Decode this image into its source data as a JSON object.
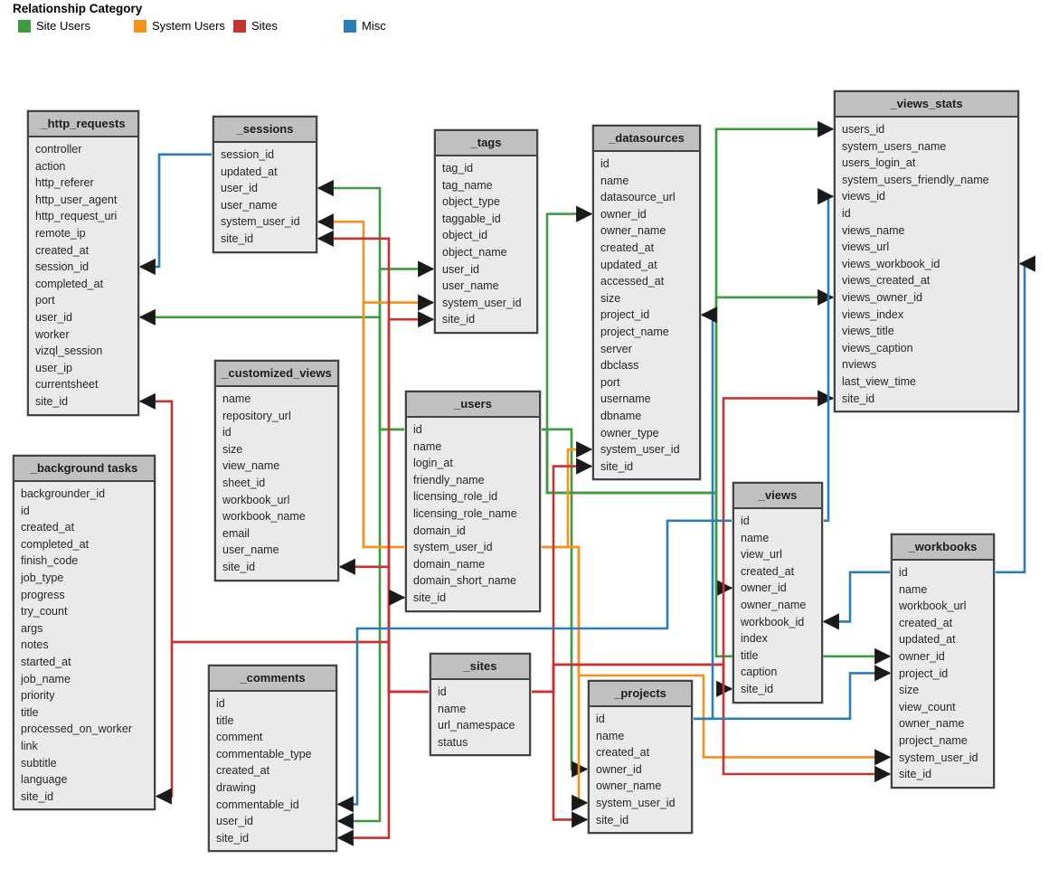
{
  "legend": {
    "title": "Relationship Category",
    "items": [
      {
        "label": "Site Users",
        "color": "#3f9b3f"
      },
      {
        "label": "System Users",
        "color": "#f5921e"
      },
      {
        "label": "Sites",
        "color": "#c63331"
      },
      {
        "label": "Misc",
        "color": "#2d7cb5"
      }
    ]
  },
  "tables": [
    {
      "name": "_http_requests",
      "fields": [
        "controller",
        "action",
        "http_referer",
        "http_user_agent",
        "http_request_uri",
        "remote_ip",
        "created_at",
        "session_id",
        "completed_at",
        "port",
        "user_id",
        "worker",
        "vizql_session",
        "user_ip",
        "currentsheet",
        "site_id"
      ]
    },
    {
      "name": "_sessions",
      "fields": [
        "session_id",
        "updated_at",
        "user_id",
        "user_name",
        "system_user_id",
        "site_id"
      ]
    },
    {
      "name": "_tags",
      "fields": [
        "tag_id",
        "tag_name",
        "object_type",
        "taggable_id",
        "object_id",
        "object_name",
        "user_id",
        "user_name",
        "system_user_id",
        "site_id"
      ]
    },
    {
      "name": "_datasources",
      "fields": [
        "id",
        "name",
        "datasource_url",
        "owner_id",
        "owner_name",
        "created_at",
        "updated_at",
        "accessed_at",
        "size",
        "project_id",
        "project_name",
        "server",
        "dbclass",
        "port",
        "username",
        "dbname",
        "owner_type",
        "system_user_id",
        "site_id"
      ]
    },
    {
      "name": "_views_stats",
      "fields": [
        "users_id",
        "system_users_name",
        "users_login_at",
        "system_users_friendly_name",
        "views_id",
        "id",
        "views_name",
        "views_url",
        "views_workbook_id",
        "views_created_at",
        "views_owner_id",
        "views_index",
        "views_title",
        "views_caption",
        "nviews",
        "last_view_time",
        "site_id"
      ]
    },
    {
      "name": "_customized_views",
      "fields": [
        "name",
        "repository_url",
        "id",
        "size",
        "view_name",
        "sheet_id",
        "workbook_url",
        "workbook_name",
        "email",
        "user_name",
        "site_id"
      ]
    },
    {
      "name": "_users",
      "fields": [
        "id",
        "name",
        "login_at",
        "friendly_name",
        "licensing_role_id",
        "licensing_role_name",
        "domain_id",
        "system_user_id",
        "domain_name",
        "domain_short_name",
        "site_id"
      ]
    },
    {
      "name": "_views",
      "fields": [
        "id",
        "name",
        "view_url",
        "created_at",
        "owner_id",
        "owner_name",
        "workbook_id",
        "index",
        "title",
        "caption",
        "site_id"
      ]
    },
    {
      "name": "_workbooks",
      "fields": [
        "id",
        "name",
        "workbook_url",
        "created_at",
        "updated_at",
        "owner_id",
        "project_id",
        "size",
        "view_count",
        "owner_name",
        "project_name",
        "system_user_id",
        "site_id"
      ]
    },
    {
      "name": "_background tasks",
      "fields": [
        "backgrounder_id",
        "id",
        "created_at",
        "completed_at",
        "finish_code",
        "job_type",
        "progress",
        "try_count",
        "args",
        "notes",
        "started_at",
        "job_name",
        "priority",
        "title",
        "processed_on_worker",
        "link",
        "subtitle",
        "language",
        "site_id"
      ]
    },
    {
      "name": "_comments",
      "fields": [
        "id",
        "title",
        "comment",
        "commentable_type",
        "created_at",
        "drawing",
        "commentable_id",
        "user_id",
        "site_id"
      ]
    },
    {
      "name": "_sites",
      "fields": [
        "id",
        "name",
        "url_namespace",
        "status"
      ]
    },
    {
      "name": "_projects",
      "fields": [
        "id",
        "name",
        "created_at",
        "owner_id",
        "owner_name",
        "system_user_id",
        "site_id"
      ]
    }
  ],
  "relationships": [
    {
      "from": "_sessions.session_id",
      "to": "_http_requests.session_id",
      "category": "Misc"
    },
    {
      "from": "_users.id",
      "to": "_sessions.user_id",
      "category": "Site Users"
    },
    {
      "from": "_users.id",
      "to": "_tags.user_id",
      "category": "Site Users"
    },
    {
      "from": "_users.id",
      "to": "_http_requests.user_id",
      "category": "Site Users"
    },
    {
      "from": "_users.id",
      "to": "_comments.user_id",
      "category": "Site Users"
    },
    {
      "from": "_users.id",
      "to": "_datasources.owner_id",
      "category": "Site Users"
    },
    {
      "from": "_users.id",
      "to": "_views_stats.users_id",
      "category": "Site Users"
    },
    {
      "from": "_users.id",
      "to": "_views_stats.views_owner_id",
      "category": "Site Users"
    },
    {
      "from": "_users.id",
      "to": "_views.owner_id",
      "category": "Site Users"
    },
    {
      "from": "_users.id",
      "to": "_workbooks.owner_id",
      "category": "Site Users"
    },
    {
      "from": "_users.id",
      "to": "_projects.owner_id",
      "category": "Site Users"
    },
    {
      "from": "_users.system_user_id",
      "to": "_sessions.system_user_id",
      "category": "System Users"
    },
    {
      "from": "_users.system_user_id",
      "to": "_tags.system_user_id",
      "category": "System Users"
    },
    {
      "from": "_users.system_user_id",
      "to": "_datasources.system_user_id",
      "category": "System Users"
    },
    {
      "from": "_users.system_user_id",
      "to": "_projects.system_user_id",
      "category": "System Users"
    },
    {
      "from": "_users.system_user_id",
      "to": "_workbooks.system_user_id",
      "category": "System Users"
    },
    {
      "from": "_sites.id",
      "to": "_sessions.site_id",
      "category": "Sites"
    },
    {
      "from": "_sites.id",
      "to": "_tags.site_id",
      "category": "Sites"
    },
    {
      "from": "_sites.id",
      "to": "_customized_views.site_id",
      "category": "Sites"
    },
    {
      "from": "_sites.id",
      "to": "_users.site_id",
      "category": "Sites"
    },
    {
      "from": "_sites.id",
      "to": "_comments.site_id",
      "category": "Sites"
    },
    {
      "from": "_sites.id",
      "to": "_http_requests.site_id",
      "category": "Sites"
    },
    {
      "from": "_sites.id",
      "to": "_background tasks.site_id",
      "category": "Sites"
    },
    {
      "from": "_sites.id",
      "to": "_datasources.site_id",
      "category": "Sites"
    },
    {
      "from": "_sites.id",
      "to": "_projects.site_id",
      "category": "Sites"
    },
    {
      "from": "_sites.id",
      "to": "_views.site_id",
      "category": "Sites"
    },
    {
      "from": "_sites.id",
      "to": "_views_stats.site_id",
      "category": "Sites"
    },
    {
      "from": "_sites.id",
      "to": "_workbooks.site_id",
      "category": "Sites"
    },
    {
      "from": "_views.id",
      "to": "_views_stats.views_id",
      "category": "Misc"
    },
    {
      "from": "_views.id",
      "to": "_comments.commentable_id",
      "category": "Misc"
    },
    {
      "from": "_workbooks.id",
      "to": "_views.workbook_id",
      "category": "Misc"
    },
    {
      "from": "_workbooks.id",
      "to": "_views_stats.views_workbook_id",
      "category": "Misc"
    },
    {
      "from": "_projects.id",
      "to": "_datasources.project_id",
      "category": "Misc"
    },
    {
      "from": "_projects.id",
      "to": "_workbooks.project_id",
      "category": "Misc"
    }
  ]
}
